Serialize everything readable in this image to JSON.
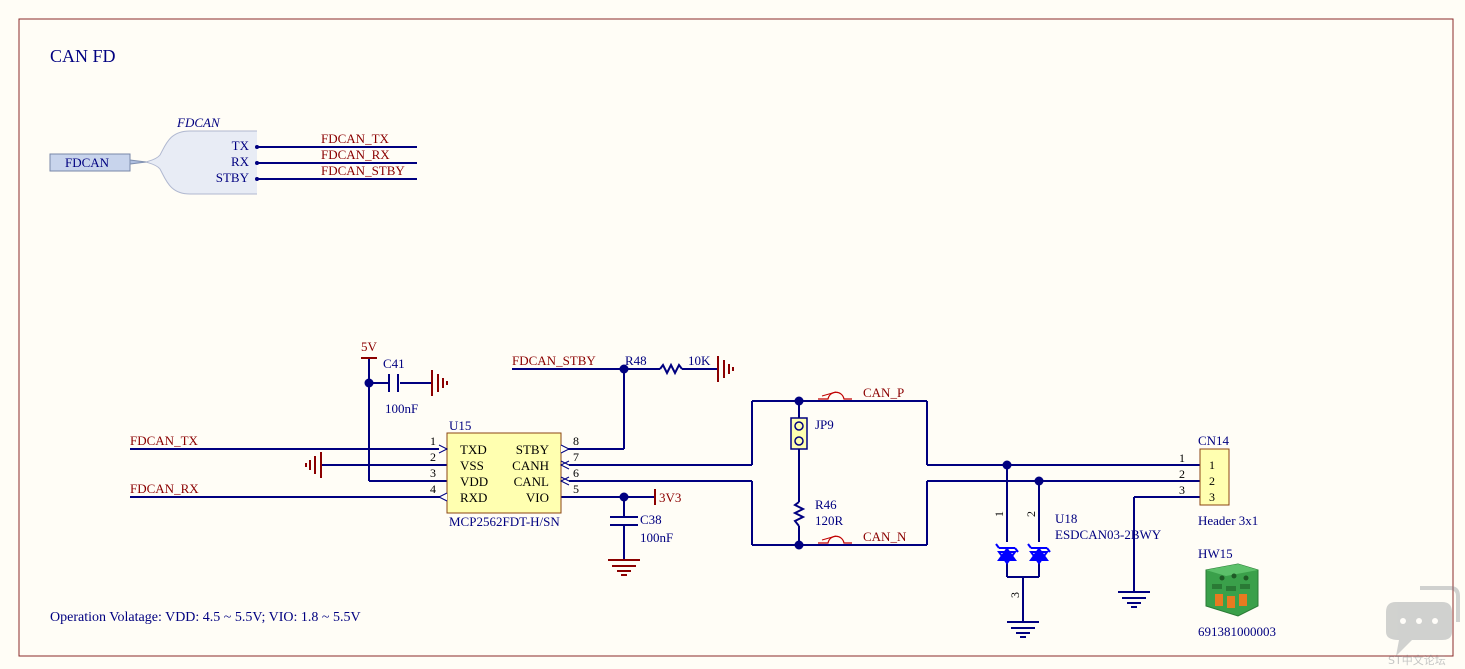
{
  "sheet": {
    "title": "CAN FD",
    "note": "Operation Volatage: VDD: 4.5 ~ 5.5V; VIO: 1.8 ~ 5.5V",
    "colors": {
      "background": "#fffdf6",
      "border": "#8b2a2a",
      "wire": "#000080",
      "net_label": "#8b0000",
      "component": "#000080",
      "diode": "#0000ff",
      "part_fill": "#ffffb0"
    }
  },
  "harness": {
    "name": "FDCAN",
    "port_label": "FDCAN",
    "pins": [
      "TX",
      "RX",
      "STBY"
    ],
    "nets": [
      "FDCAN_TX",
      "FDCAN_RX",
      "FDCAN_STBY"
    ]
  },
  "u15": {
    "ref": "U15",
    "part": "MCP2562FDT-H/SN",
    "left_pins": [
      {
        "num": "1",
        "name": "TXD"
      },
      {
        "num": "2",
        "name": "VSS"
      },
      {
        "num": "3",
        "name": "VDD"
      },
      {
        "num": "4",
        "name": "RXD"
      }
    ],
    "right_pins": [
      {
        "num": "8",
        "name": "STBY"
      },
      {
        "num": "7",
        "name": "CANH"
      },
      {
        "num": "6",
        "name": "CANL"
      },
      {
        "num": "5",
        "name": "VIO"
      }
    ]
  },
  "nets": {
    "tx": "FDCAN_TX",
    "rx": "FDCAN_RX",
    "stby": "FDCAN_STBY",
    "p5v": "5V",
    "p3v3": "3V3",
    "can_p": "CAN_P",
    "can_n": "CAN_N"
  },
  "c41": {
    "ref": "C41",
    "value": "100nF"
  },
  "c38": {
    "ref": "C38",
    "value": "100nF"
  },
  "r48": {
    "ref": "R48",
    "value": "10K"
  },
  "r46": {
    "ref": "R46",
    "value": "120R"
  },
  "jp9": {
    "ref": "JP9"
  },
  "u18": {
    "ref": "U18",
    "part": "ESDCAN03-2BWY",
    "pins": [
      "1",
      "2",
      "3"
    ]
  },
  "cn14": {
    "ref": "CN14",
    "part": "Header 3x1",
    "pins": [
      "1",
      "2",
      "3"
    ]
  },
  "hw15": {
    "ref": "HW15",
    "part": "691381000003"
  },
  "watermark": "ST中文论坛"
}
